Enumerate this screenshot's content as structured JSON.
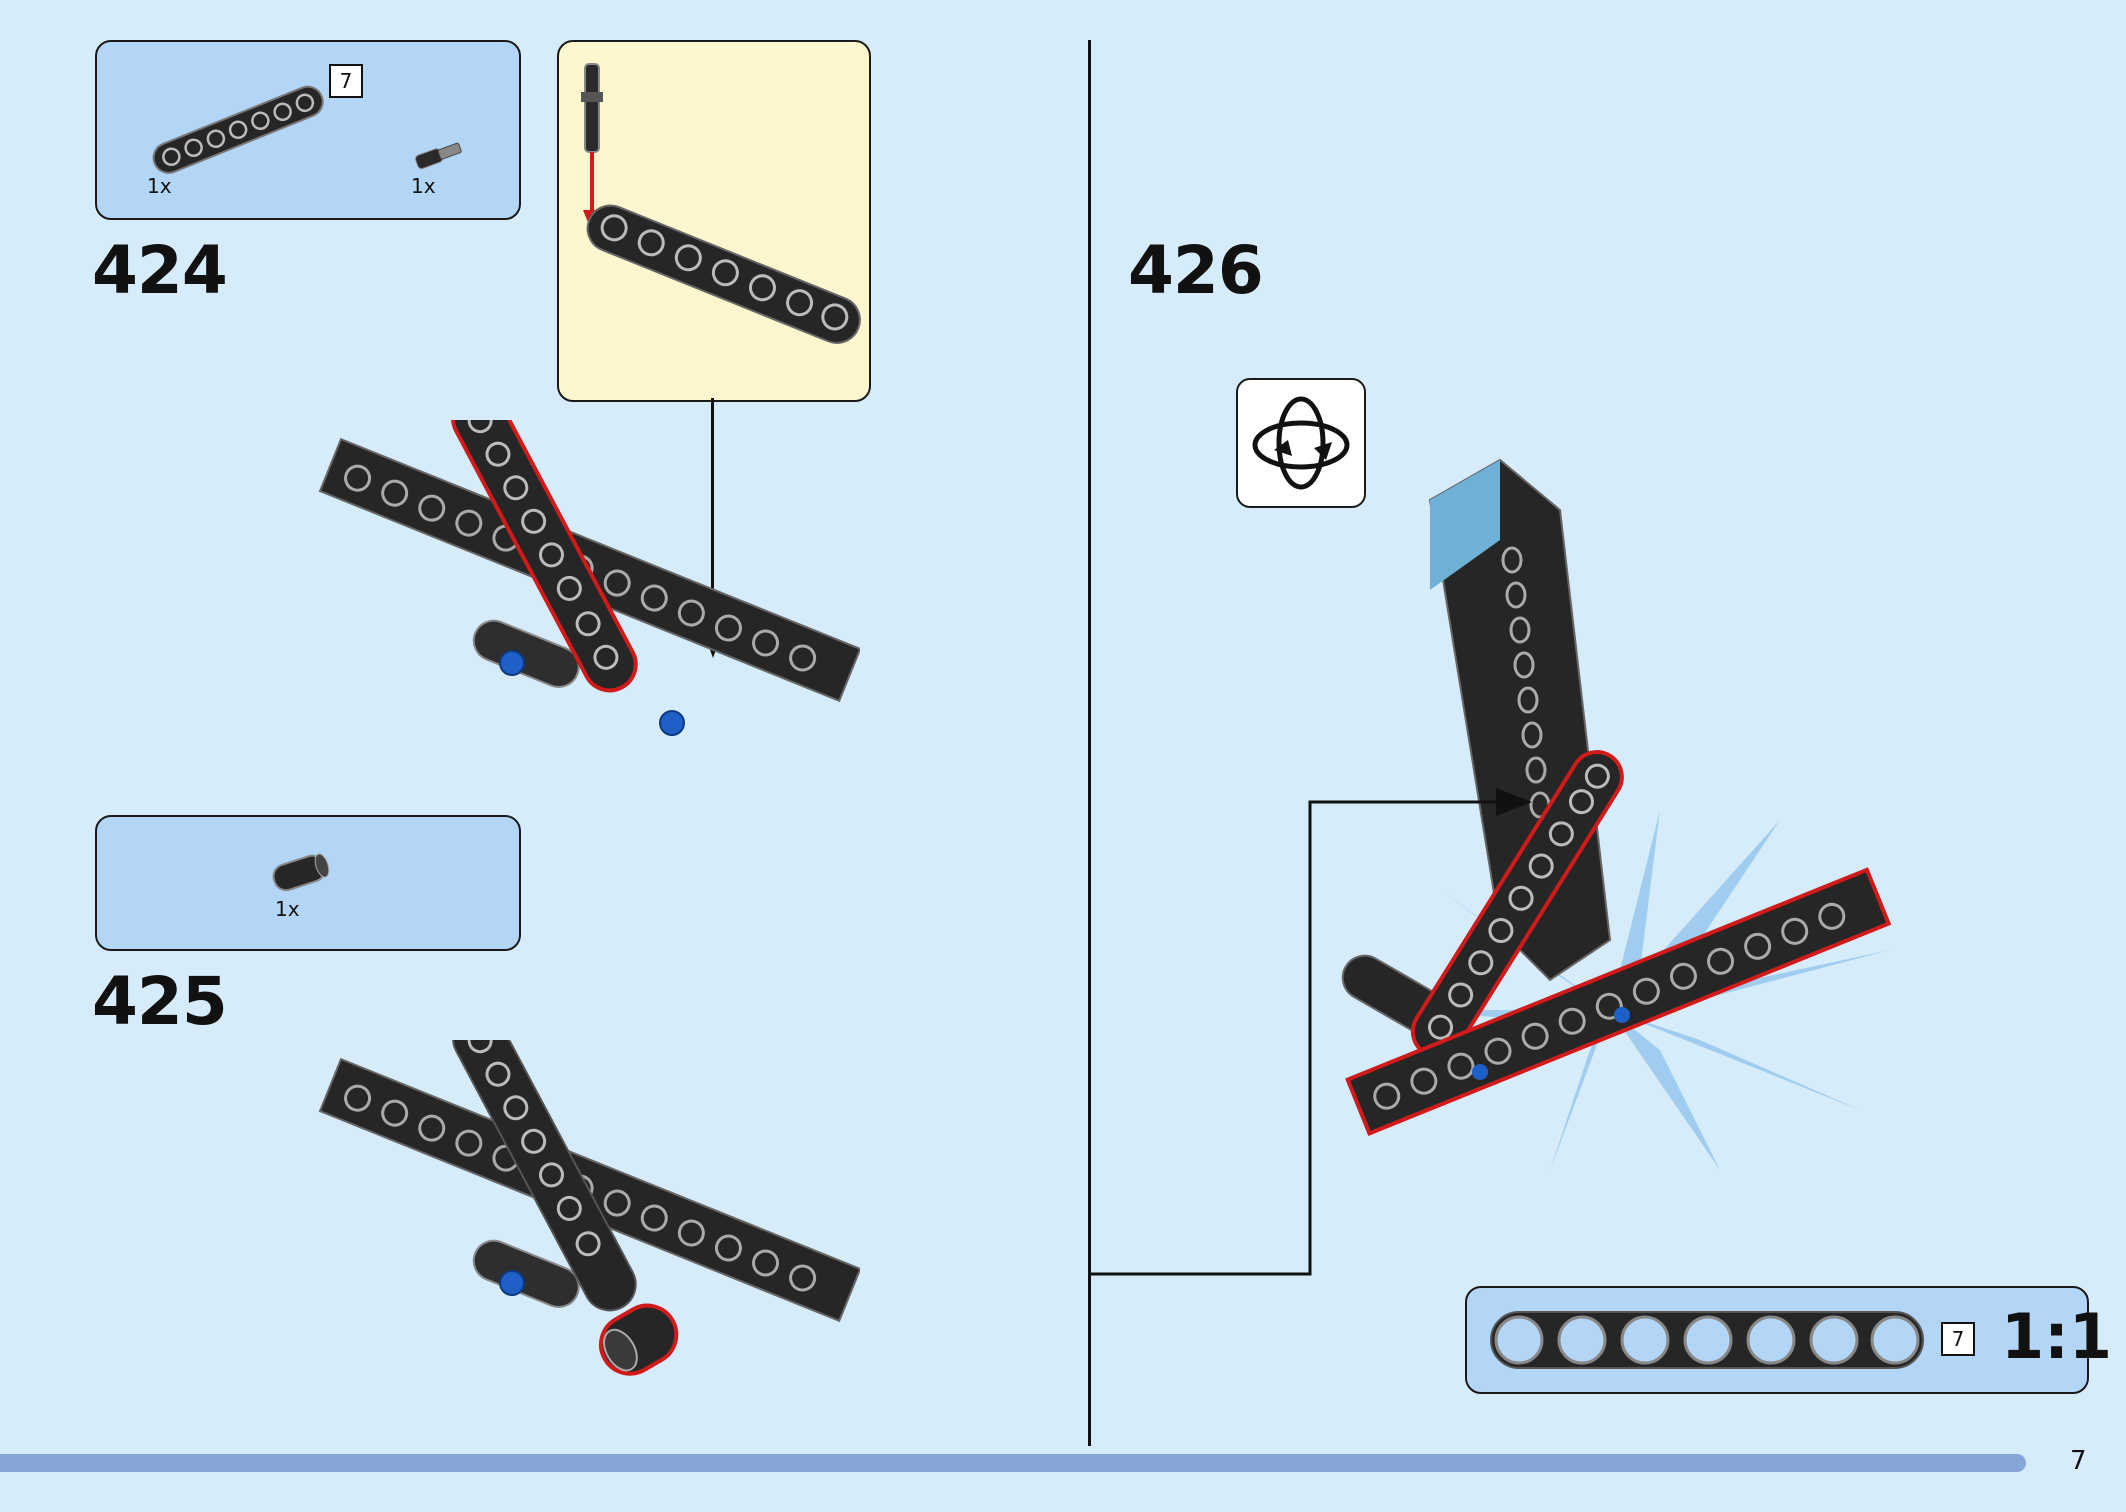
{
  "step_424": {
    "number": "424",
    "parts": [
      {
        "name": "beam-7",
        "qty": "1x"
      },
      {
        "name": "axle-pin",
        "qty": "1x"
      }
    ],
    "beam_length_tag": "7"
  },
  "step_425": {
    "number": "425",
    "parts": [
      {
        "name": "bush-connector",
        "qty": "1x"
      }
    ]
  },
  "step_426": {
    "number": "426"
  },
  "scale_reference": {
    "length_tag": "7",
    "ratio": "1:1"
  },
  "footer": {
    "page_number": "7"
  },
  "colors": {
    "background": "#d6ecfb",
    "parts_box": "#b3d6f6",
    "callout": "#fef6cf",
    "highlight": "#d11a1a",
    "pin_blue": "#1f5fc8",
    "beam_black": "#262626",
    "footer_bar": "#86a6d6"
  }
}
